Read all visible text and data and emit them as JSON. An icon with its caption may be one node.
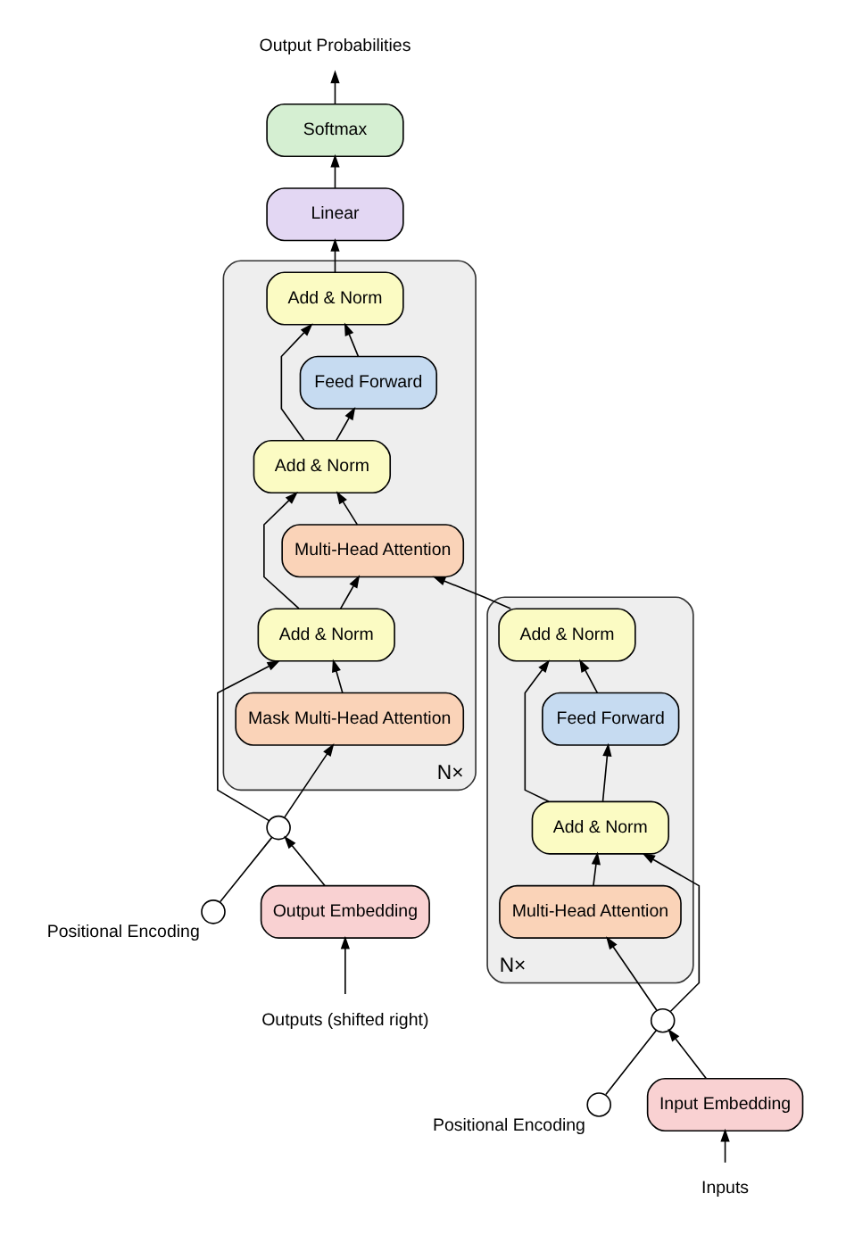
{
  "diagram": {
    "nodes": [
      {
        "text": [],
        "shape": "box",
        "beside": [
          "N×"
        ]
      },
      {
        "text": [
          "Add & Norm"
        ],
        "in": 0
      },
      {
        "text": [
          "Feed Forward"
        ],
        "in": 0
      },
      {
        "text": [
          "Add & Norm"
        ],
        "in": 0
      },
      {
        "text": [
          "Multi-Head Attention"
        ],
        "in": 0
      },
      {
        "text": [],
        "shape": "box",
        "beside": [
          "N×"
        ]
      },
      {
        "text": [
          "Add & Norm"
        ],
        "in": 5
      },
      {
        "text": [
          "Feed Forward"
        ],
        "in": 5
      },
      {
        "text": [
          "Add & Norm"
        ],
        "in": 5
      },
      {
        "text": [
          "Multi-Head Attention"
        ],
        "in": 5
      },
      {
        "text": [
          "Add & Norm"
        ],
        "in": 5
      },
      {
        "text": [
          "Mask Multi-Head Attention"
        ],
        "in": 5
      },
      {
        "text": [
          "Linear"
        ]
      },
      {
        "text": [
          "Softmax"
        ]
      },
      {
        "text": [
          "Output Probabilities"
        ]
      },
      {
        "text": [
          "Input Embedding"
        ]
      },
      {
        "text": [
          "Output Embedding"
        ]
      },
      {
        "text": [
          "Inputs"
        ]
      },
      {
        "text": [
          "Outputs (shifted right)"
        ]
      },
      {
        "text": [],
        "shape": "circle"
      },
      {
        "text": [],
        "shape": "circle",
        "beside": [
          "Positional Encoding"
        ]
      },
      {
        "text": [],
        "shape": "circle"
      },
      {
        "text": [],
        "shape": "circle",
        "beside": [
          "Positional Encoding"
        ]
      }
    ],
    "edges": [
      {
        "from": 17,
        "to": 15,
        "arrow": "to"
      },
      {
        "from": 15,
        "to": 19,
        "arrow": "to"
      },
      {
        "from": 20,
        "to": 19,
        "arrow": "none"
      },
      {
        "from": 19,
        "to": 4,
        "arrow": "to"
      },
      {
        "from": 19,
        "to": 3,
        "arrow": "to"
      },
      {
        "from": 4,
        "to": 3,
        "arrow": "to"
      },
      {
        "from": 3,
        "to": 2,
        "arrow": "to"
      },
      {
        "from": 3,
        "to": 1,
        "arrow": "to"
      },
      {
        "from": 2,
        "to": 1,
        "arrow": "to"
      },
      {
        "from": 1,
        "to": 9,
        "arrow": "to"
      },
      {
        "from": 18,
        "to": 16,
        "arrow": "to"
      },
      {
        "from": 16,
        "to": 21,
        "arrow": "to"
      },
      {
        "from": 22,
        "to": 21,
        "arrow": "none"
      },
      {
        "from": 21,
        "to": 11,
        "arrow": "to"
      },
      {
        "from": 21,
        "to": 10,
        "arrow": "to"
      },
      {
        "from": 11,
        "to": 10,
        "arrow": "to"
      },
      {
        "from": 10,
        "to": 9,
        "arrow": "to"
      },
      {
        "from": 10,
        "to": 8,
        "arrow": "to"
      },
      {
        "from": 9,
        "to": 8,
        "arrow": "to"
      },
      {
        "from": 8,
        "to": 7,
        "arrow": "to"
      },
      {
        "from": 8,
        "to": 6,
        "arrow": "to"
      },
      {
        "from": 7,
        "to": 6,
        "arrow": "to"
      },
      {
        "from": 6,
        "to": 12,
        "arrow": "to"
      },
      {
        "from": 12,
        "to": 13,
        "arrow": "to"
      },
      {
        "from": 13,
        "to": 14,
        "arrow": "to"
      }
    ]
  }
}
